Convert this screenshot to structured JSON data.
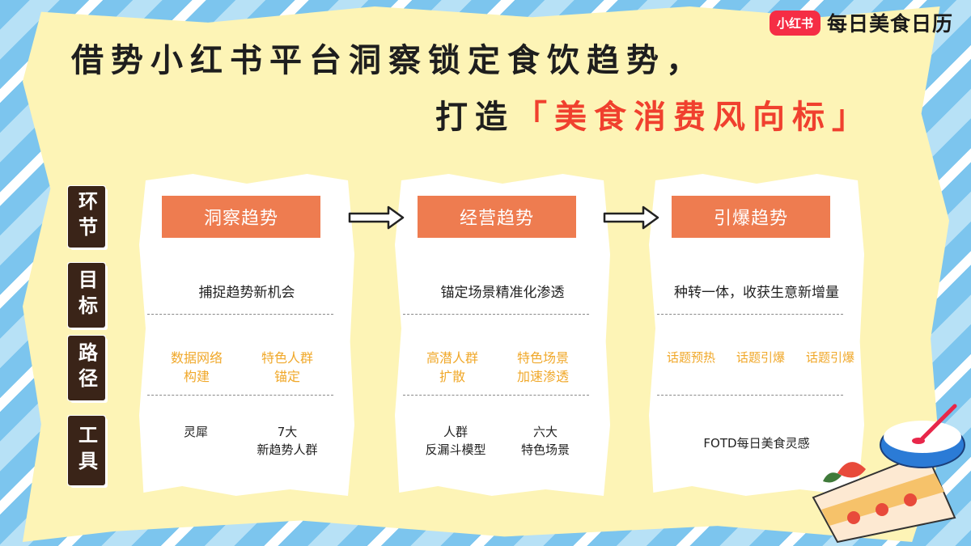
{
  "brand": {
    "logo_text": "小红书",
    "name": "每日美食日历"
  },
  "headline": {
    "line1": "借势小红书平台洞察锁定食饮趋势，",
    "line2_prefix": "打造",
    "line2_accent": "「美食消费风向标」"
  },
  "row_labels": [
    "环节",
    "目标",
    "路径",
    "工具"
  ],
  "cards": [
    {
      "title": "洞察趋势",
      "goal": "捕捉趋势新机会",
      "paths": [
        {
          "line1": "数据网络",
          "line2": "构建"
        },
        {
          "line1": "特色人群",
          "line2": "锚定"
        }
      ],
      "tools": [
        {
          "line1": "灵犀",
          "line2": ""
        },
        {
          "line1": "7大",
          "line2": "新趋势人群"
        }
      ]
    },
    {
      "title": "经营趋势",
      "goal": "锚定场景精准化渗透",
      "paths": [
        {
          "line1": "高潜人群",
          "line2": "扩散"
        },
        {
          "line1": "特色场景",
          "line2": "加速渗透"
        }
      ],
      "tools": [
        {
          "line1": "人群",
          "line2": "反漏斗模型"
        },
        {
          "line1": "六大",
          "line2": "特色场景"
        }
      ]
    },
    {
      "title": "引爆趋势",
      "goal": "种转一体，收获生意新增量",
      "paths": [
        {
          "line1": "话题预热",
          "line2": ""
        },
        {
          "line1": "话题引爆",
          "line2": ""
        },
        {
          "line1": "话题引爆",
          "line2": ""
        }
      ],
      "tools": [
        {
          "line1": "FOTD每日美食灵感",
          "line2": ""
        }
      ]
    }
  ],
  "colors": {
    "accent_red": "#f0402e",
    "title_orange": "#ee7c50",
    "path_yellow": "#f0a82a",
    "label_brown": "#3a2418",
    "paper": "#fdf4b6"
  },
  "icons": [
    "arrow-right-icon",
    "cake-illustration"
  ]
}
